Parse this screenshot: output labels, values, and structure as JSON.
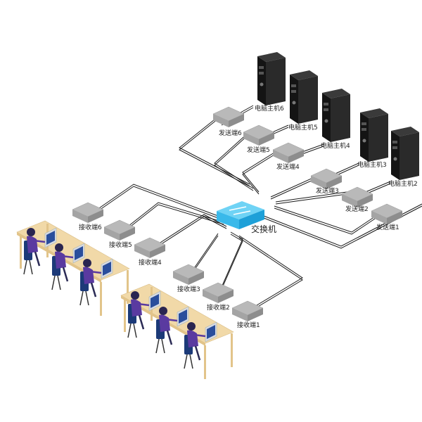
{
  "switch": {
    "label": "交换机"
  },
  "computers": [
    {
      "label": "电脑主机6"
    },
    {
      "label": "电脑主机5"
    },
    {
      "label": "电脑主机4"
    },
    {
      "label": "电脑主机3"
    },
    {
      "label": "电脑主机2"
    }
  ],
  "senders": [
    {
      "label": "发送端6"
    },
    {
      "label": "发送端5"
    },
    {
      "label": "发送端4"
    },
    {
      "label": "发送端3"
    },
    {
      "label": "发送端2"
    },
    {
      "label": "发送端1"
    }
  ],
  "receivers": [
    {
      "label": "接收端6"
    },
    {
      "label": "接收端5"
    },
    {
      "label": "接收端4"
    },
    {
      "label": "接收端3"
    },
    {
      "label": "接收端2"
    },
    {
      "label": "接收端1"
    }
  ],
  "colors": {
    "line": "#1a1a1a",
    "box_top": "#b9b9b9",
    "box_side": "#8d8d8d",
    "box_front": "#a4a4a4",
    "switch_top": "#6fd3f5",
    "switch_side": "#1ea0d8",
    "switch_front": "#39b9ea",
    "tower": "#141414",
    "tower_side": "#2a2a2a",
    "desk": "#f1d9a8",
    "desk_leg": "#e2c48a",
    "chair": "#1c3a78",
    "person": "#5a3aa0",
    "hair": "#2a2550",
    "laptop": "#d8dbe2",
    "screen": "#2a4e9c"
  }
}
